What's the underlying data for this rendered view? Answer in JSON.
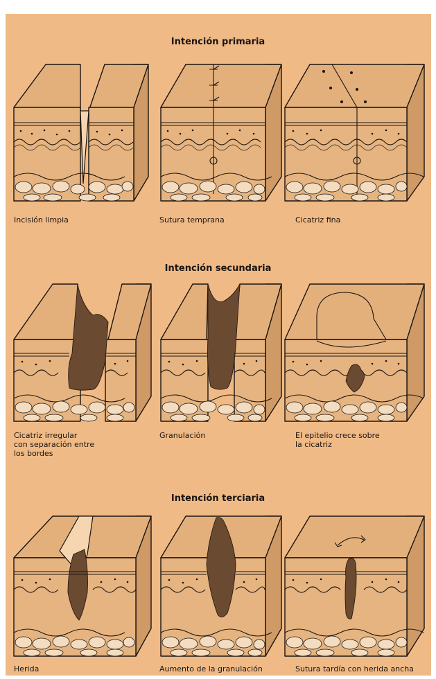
{
  "sections": [
    {
      "title": "Intención primaria",
      "captions": [
        "Incisión limpia",
        "Sutura temprana",
        "Cicatriz fina"
      ]
    },
    {
      "title": "Intención secundaria",
      "captions": [
        "Cicatriz irregular\ncon separación entre\nlos bordes",
        "Granulación",
        "El epitelio crece sobre\nla cicatriz"
      ]
    },
    {
      "title": "Intención terciaria",
      "captions": [
        "Herida",
        "Aumento de la granulación",
        "Sutura tardía con herida ancha"
      ]
    }
  ],
  "colors": {
    "background": "#f0ba86",
    "wound": "#6b4a32"
  }
}
